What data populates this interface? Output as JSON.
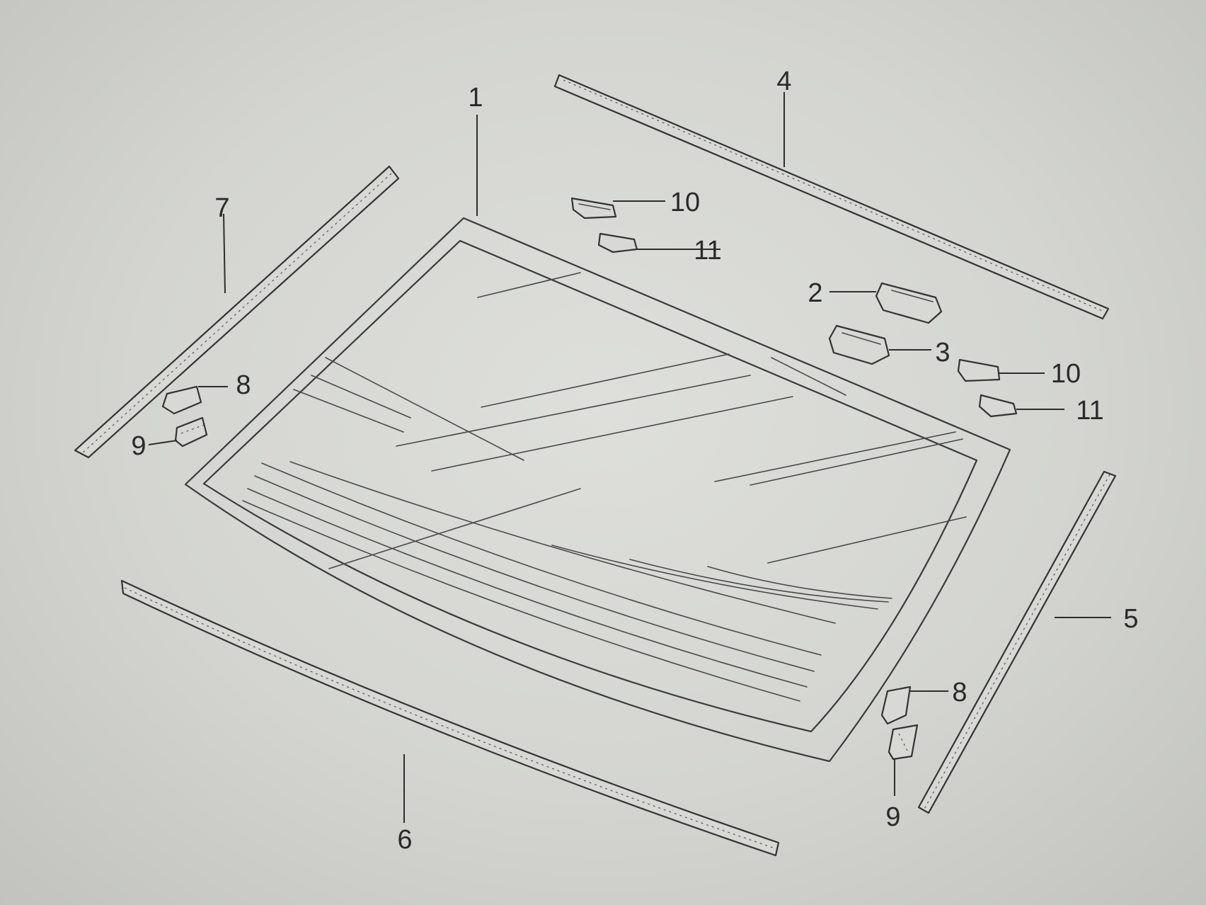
{
  "callouts": {
    "glass": "1",
    "part_2": "2",
    "part_3": "3",
    "upper_molding": "4",
    "right_molding": "5",
    "lower_molding": "6",
    "left_molding": "7",
    "fastener_8_left": "8",
    "fastener_9_left": "9",
    "fastener_10_top": "10",
    "fastener_11_top": "11",
    "fastener_10_right": "10",
    "fastener_11_right": "11",
    "fastener_8_right": "8",
    "fastener_9_right": "9"
  }
}
